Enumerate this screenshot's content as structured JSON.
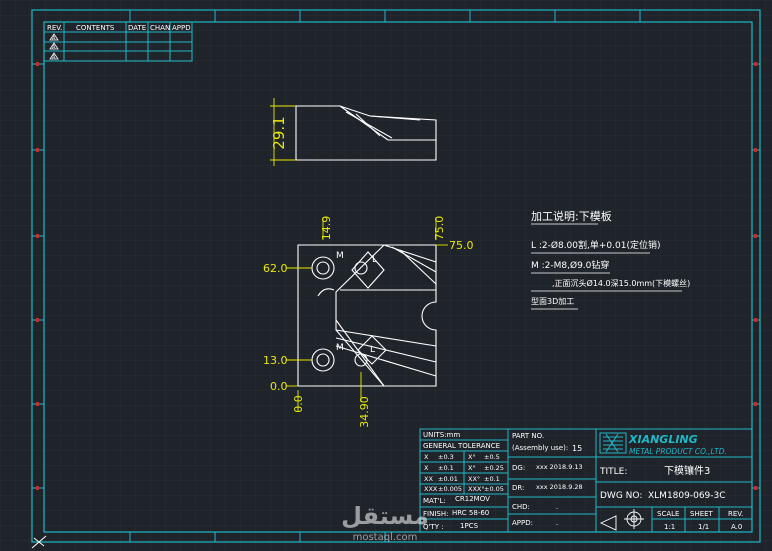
{
  "revision_table": {
    "headers": [
      "REV.",
      "CONTENTS",
      "DATE",
      "CHAN",
      "APPD"
    ],
    "rows": [
      "A",
      "A",
      "A"
    ]
  },
  "top_view": {
    "dimension": "29.1"
  },
  "front_view": {
    "dimensions": {
      "top_hole_x": "14.9",
      "right_edge": "75.0",
      "right_edge_h": "75.0",
      "top_hole_y": "62.0",
      "bottom_hole_y": "13.0",
      "origin_y": "0.0",
      "origin_x": "0.0",
      "bottom_hole_x": "34.90"
    },
    "hole_labels": [
      "M",
      "L",
      "M",
      "L"
    ]
  },
  "notes": {
    "title": "加工说明:下模板",
    "line1": "L   :2-Ø8.00割,单+0.01(定位销)",
    "line2": "M   :2-M8,Ø9.0钻穿",
    "line3": ",正面沉头Ø14.0深15.0mm(下模螺丝)",
    "line4": "型面3D加工"
  },
  "tolerance_block": {
    "units": "UNITS:mm",
    "general": "GENERAL TOLERANCE",
    "rows": [
      [
        "X",
        "±0.3",
        "X°",
        "±0.5"
      ],
      [
        "X",
        "±0.1",
        "X°",
        "±0.25"
      ],
      [
        "XX",
        "±0.01",
        "XX°",
        "±0.1"
      ],
      [
        "XXX",
        "±0.005",
        "XXX°",
        "±0.05"
      ]
    ],
    "mat_label": "MAT'L:",
    "mat_value": "CR12MOV",
    "finish_label": "FINISH:",
    "finish_value": "HRC 58-60",
    "qty_label": "Q'TY :",
    "qty_value": "1PCS"
  },
  "part_block": {
    "part_no_label": "PART NO.",
    "assembly_label": "(Assembly use):",
    "assembly_value": "15",
    "dg_label": "DG:",
    "dg_value": "xxx  2018.9.13",
    "dr_label": "DR:",
    "dr_value": "xxx  2018.9.28",
    "chd_label": "CHD:",
    "chd_value": ".",
    "appd_label": "APPD:",
    "appd_value": "."
  },
  "title_block": {
    "company": "XIANGLING",
    "company_sub": "METAL PRODUCT CO.,LTD.",
    "title_label": "TITLE:",
    "title_value": "下模镶件3",
    "dwg_label": "DWG NO:",
    "dwg_value": "XLM1809-069-3C",
    "scale_label": "SCALE",
    "sheet_label": "SHEET",
    "rev_label": "REV.",
    "scale_value": "1:1",
    "sheet_value": "1/1",
    "rev_value": "A.0"
  },
  "watermark": {
    "brand": "مستقل",
    "url": "mostaql.com"
  },
  "colors": {
    "background": "#1f232a",
    "border": "#1fb8c8",
    "geometry": "#ffffff",
    "dimension": "#e8e800",
    "grid": "#2b3240"
  }
}
